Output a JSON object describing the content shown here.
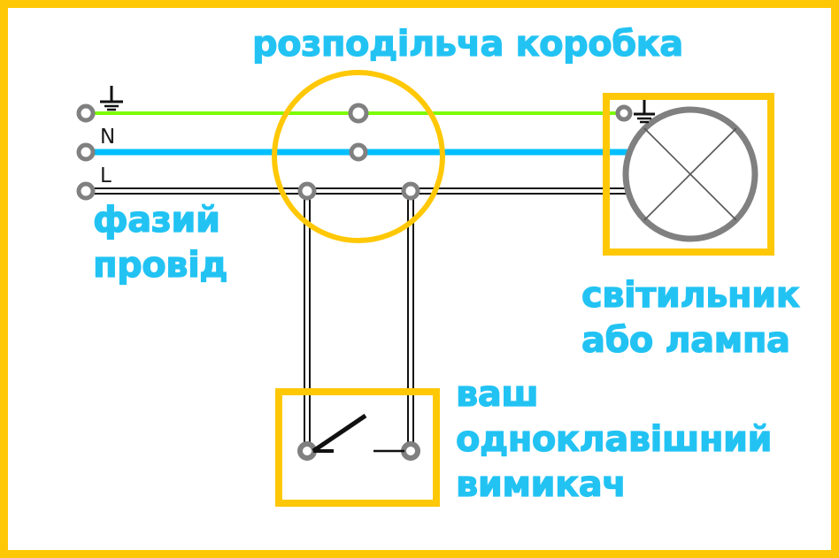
{
  "diagram": {
    "kind": "electrical-wiring-diagram",
    "frame_color": "#FFC806",
    "callout_color": "#22C3F3",
    "wire_colors": {
      "earth": "#7CFC00",
      "neutral": "#00BFFF",
      "line": "#111111"
    },
    "component_outline_color": "#FFC806",
    "terminal_color": "#808080"
  },
  "callouts": {
    "junction_box": "розподільча коробка",
    "phase_wire_line1": "фазий",
    "phase_wire_line2": "провід",
    "luminaire_line1": "світильник",
    "luminaire_line2": "або лампа",
    "switch_line1": "ваш",
    "switch_line2": "одноклавішний",
    "switch_line3": "вимикач"
  },
  "terminals": {
    "earth_label": "",
    "neutral_label": "N",
    "line_label": "L"
  },
  "icons": {
    "earth_symbol": "earth-ground-icon",
    "lamp_symbol": "lamp-cross-circle-icon",
    "switch_symbol": "single-pole-switch-icon",
    "terminal_symbol": "terminal-node-icon"
  },
  "components": {
    "junction_box_name": "junction-box",
    "luminaire_name": "luminaire",
    "switch_name": "wall-switch"
  }
}
